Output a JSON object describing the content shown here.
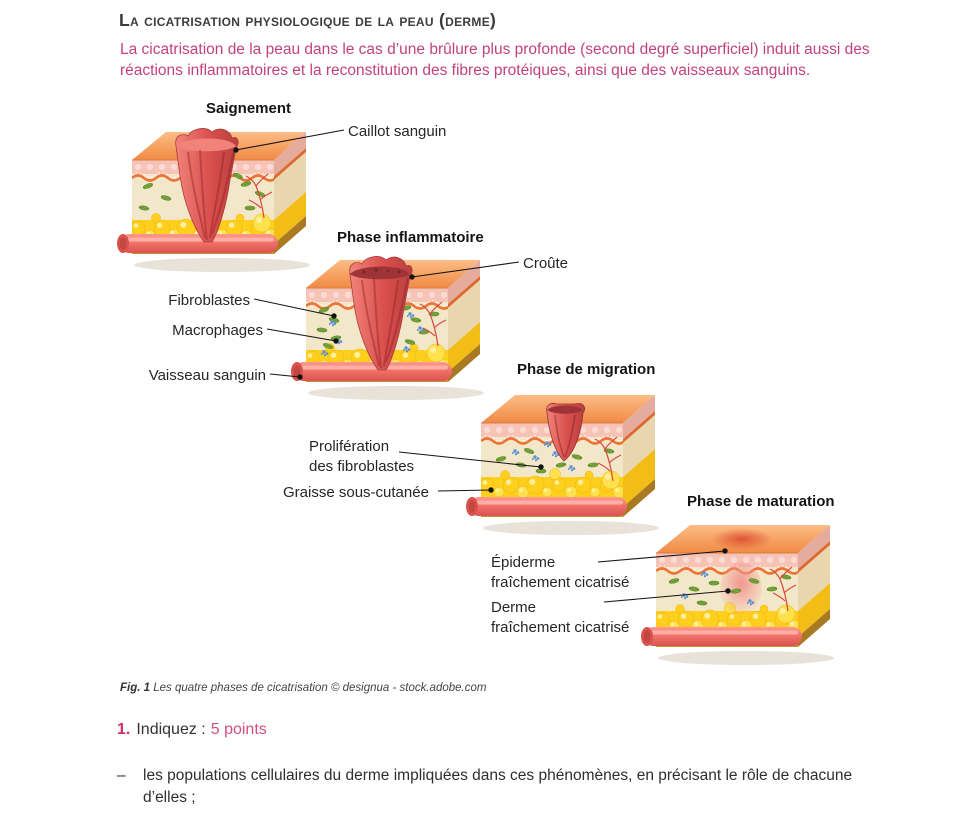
{
  "document": {
    "title": "La cicatrisation physiologique de la peau (derme)",
    "intro_lines": [
      "La cicatrisation de la peau dans le cas d’une brûlure plus profonde (second degré superficiel) induit aussi des",
      "réactions inflammatoires et la reconstitution des fibres protéiques, ainsi que des vaisseaux sanguins."
    ]
  },
  "figure": {
    "phase_titles": {
      "p1": "Saignement",
      "p2": "Phase inflammatoire",
      "p3": "Phase de migration",
      "p4": "Phase de maturation"
    },
    "labels": {
      "caillot": "Caillot sanguin",
      "croute": "Croûte",
      "fibroblastes": "Fibroblastes",
      "macrophages": "Macrophages",
      "vaisseau": "Vaisseau sanguin",
      "proliferation_l1": "Prolifération",
      "proliferation_l2": "des fibroblastes",
      "graisse": "Graisse sous-cutanée",
      "epiderme_l1": "Épiderme",
      "epiderme_l2": "fraîchement cicatrisé",
      "derme_l1": "Derme",
      "derme_l2": "fraîchement cicatrisé"
    },
    "caption_fig": "Fig. 1",
    "caption_text": " Les quatre phases de cicatrisation © designua - stock.adobe.com"
  },
  "question": {
    "number": "1.",
    "label": "Indiquez :",
    "points": "5 points",
    "item_dash": "–",
    "item_lines": [
      "les populations cellulaires du derme impliquées dans ces phénomènes, en précisant le rôle de chacune",
      "d’elles ;"
    ]
  },
  "colors": {
    "accent_pink": "#c2427e",
    "question_pink": "#ce2e6b",
    "points_pink": "#d04f83",
    "title_dark": "#3c3c3c",
    "body_dark": "#2e2e2e"
  },
  "palette": {
    "skin_top_back": "#fdbd85",
    "skin_top_front": "#f08a44",
    "epidermis": "#f6c3b6",
    "epidermis_dot": "#fbdcd4",
    "membrane_orange": "#ec7436",
    "dermis_cream": "#f3e7c9",
    "fat_yellow": "#ffcf1d",
    "fat_yellow_light": "#ffe14d",
    "fat_highlight": "#fff0a0",
    "base_olive": "#c8922f",
    "base_dark": "#a9761f",
    "side_epidermis": "#e5ab9d",
    "side_membrane": "#dd6a2f",
    "side_dermis": "#e9d6ae",
    "side_fat": "#f3bd17",
    "side_base": "#aa7a22",
    "vessel_top": "#fb9a90",
    "vessel_mid": "#ef6f67",
    "vessel_bottom": "#d9534d",
    "vessel_end": "#c24742",
    "clot_light": "#f2837b",
    "clot_mid": "#d94f4c",
    "clot_dark": "#b8403f",
    "crust_dark": "#9e3437",
    "fibroblast_green": "#7cab41",
    "fibroblast_stroke": "#55801e",
    "macrophage_blue": "#5b90d2",
    "capillary_red": "#d8483f",
    "scar_pink": "#f2938c",
    "blush_red": "#d8402a",
    "leader_line": "#141414"
  }
}
